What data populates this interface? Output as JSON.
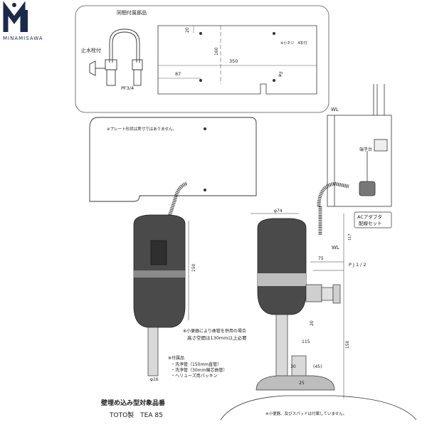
{
  "brand": {
    "logo_text": "MINAMISAWA",
    "color": "#1b2a4a"
  },
  "accessories_panel": {
    "title": "同梱付属部品",
    "valve_label": "止水栓付",
    "pipe_label": "PF3/4",
    "dim_20": "20",
    "dim_160": "160",
    "dim_350": "350",
    "dim_87": "87",
    "hole_dim": "φ5",
    "screw_note": "※小ネジ　4本付"
  },
  "plate": {
    "note": "※プレート形状は実寸ではありません。"
  },
  "unit": {
    "dim_150": "150",
    "pipe_dia": "φ16"
  },
  "wall": {
    "wl_top": "WL",
    "wl_right": "WL",
    "terminal_label": "端子台",
    "adapter_label_1": "ACアダプタ",
    "adapter_label_2": "配線セット"
  },
  "right_unit": {
    "dia_74": "φ74",
    "dim_75": "75",
    "pj_label": "P J 1 / 2",
    "dim_20": "20",
    "dim_115": "115",
    "dim_150": "150",
    "dim_30": "30",
    "dim_45": "(45)",
    "dim_25": "25",
    "dim_117": "117"
  },
  "notes": {
    "pipe_note": "※小便器により曲管を併用の場合",
    "space_note": "高さ空間は130mm以上必要",
    "acc_head": "※付属品",
    "acc_1": "・洗浄管（150mm直管）",
    "acc_2": "・洗浄管（30mm偏芯曲管）",
    "acc_3": "・ヘリューズ用パッキン",
    "bottom_note": "※小便器、及びスパッドは付属していません。"
  },
  "footer": {
    "title": "壁埋め込み型対象品番",
    "product": "TOTO製　TEA 85"
  }
}
